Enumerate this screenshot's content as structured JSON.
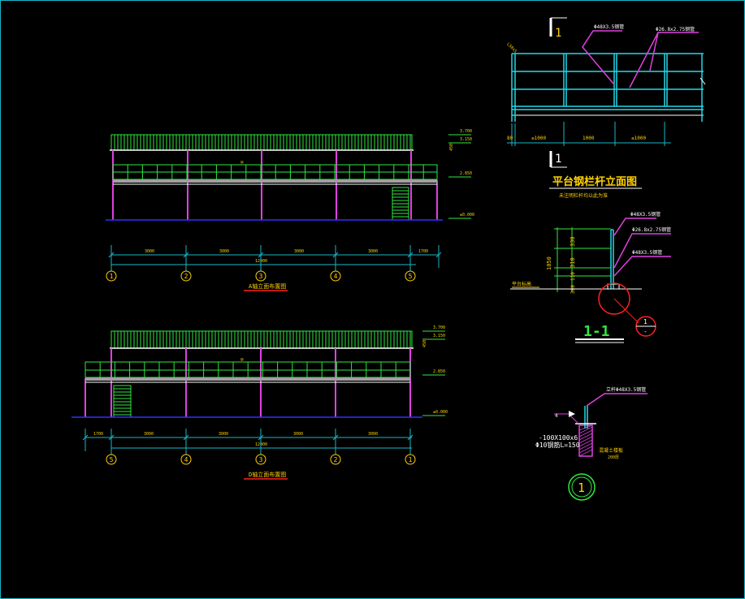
{
  "colors": {
    "background": "#000000",
    "frame": "#18b8c8",
    "cyan": "#22d8e8",
    "green": "#30e840",
    "magenta": "#e040e0",
    "yellow": "#ffd000",
    "red": "#ff2020",
    "blue": "#3030ff",
    "white": "#ffffff",
    "gray": "#909090"
  },
  "elevation_a": {
    "title": "A轴立面布置图",
    "dims": [
      "3000",
      "3000",
      "3000",
      "3000",
      "1700"
    ],
    "total": "12000",
    "axes": [
      "1",
      "2",
      "3",
      "4",
      "5"
    ],
    "levels": [
      "3.700",
      "3.150",
      "2.850",
      "±0.000"
    ],
    "side_dim": "450"
  },
  "elevation_d": {
    "title": "D轴立面布置图",
    "dims": [
      "1700",
      "3000",
      "3000",
      "3000",
      "3000"
    ],
    "total": "12000",
    "axes": [
      "5",
      "4",
      "3",
      "2",
      "1"
    ],
    "levels": [
      "3.700",
      "3.150",
      "2.850",
      "±0.000"
    ],
    "side_dim": "450"
  },
  "railing_elevation": {
    "title": "平台钢栏杆立面图",
    "note": "未注明栏杆均以此为准",
    "section_mark": "1",
    "post_label": "Φ48X3.5钢管",
    "rail_label": "Φ26.8x2.75钢管",
    "dims": [
      "80",
      "≤1000",
      "1000",
      "≤1000"
    ],
    "angle_label": "L50x5"
  },
  "section_1_1": {
    "title": "1-1",
    "labels": [
      "Φ48X3.5钢管",
      "Φ26.8x2.75钢管",
      "Φ48X3.5钢管"
    ],
    "heights": [
      "330",
      "310",
      "110",
      "300"
    ],
    "total_height": "1050",
    "platform_label": "平台标高",
    "detail_mark": "1",
    "detail_ref": "-"
  },
  "detail_1": {
    "post_label": "立杆Φ48X3.5钢管",
    "plate_label": "-100X100x6",
    "anchor_label": "Φ10钢筋L=150",
    "concrete_label": "混凝土楼板",
    "concrete_sub": "200厚",
    "weld_label": "4",
    "mark": "1"
  }
}
